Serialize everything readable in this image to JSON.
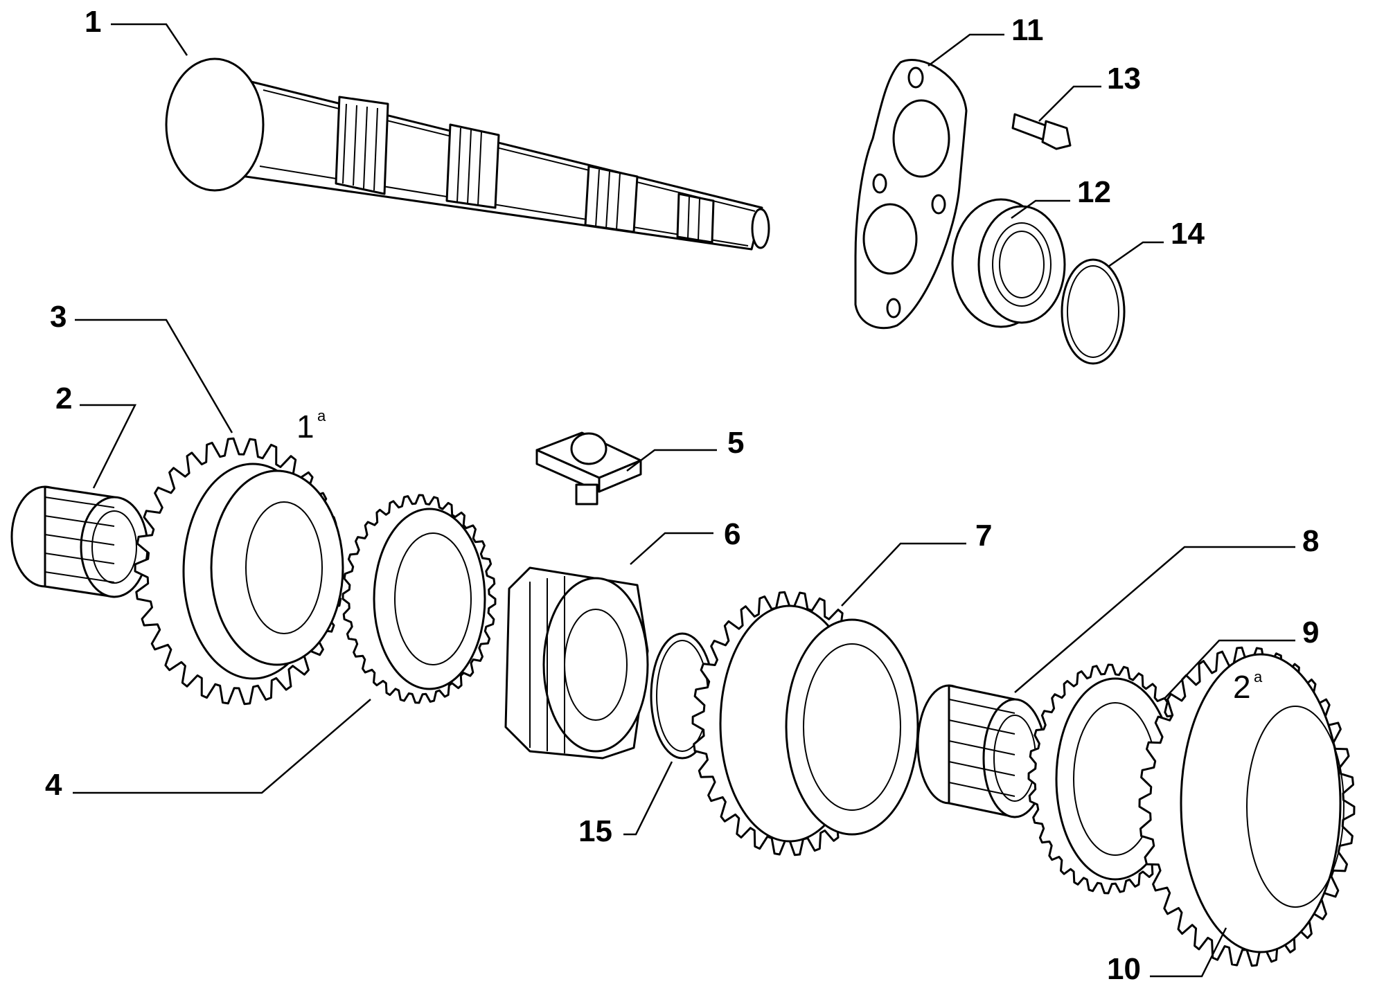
{
  "callouts": [
    {
      "id": "1",
      "text": "1"
    },
    {
      "id": "2",
      "text": "2"
    },
    {
      "id": "3",
      "text": "3"
    },
    {
      "id": "4",
      "text": "4"
    },
    {
      "id": "5",
      "text": "5"
    },
    {
      "id": "6",
      "text": "6"
    },
    {
      "id": "7",
      "text": "7"
    },
    {
      "id": "8",
      "text": "8"
    },
    {
      "id": "9",
      "text": "9"
    },
    {
      "id": "10",
      "text": "10"
    },
    {
      "id": "11",
      "text": "11"
    },
    {
      "id": "12",
      "text": "12"
    },
    {
      "id": "13",
      "text": "13"
    },
    {
      "id": "14",
      "text": "14"
    },
    {
      "id": "15",
      "text": "15"
    }
  ],
  "gear_labels": {
    "first": {
      "main": "1",
      "sup": "a"
    },
    "second": {
      "main": "2",
      "sup": "a"
    }
  },
  "gear_teeth": {
    "gear_1st": 30,
    "sync_ring_4": 32,
    "gear_7": 30,
    "sync_ring_9": 32,
    "gear_2nd": 34
  }
}
